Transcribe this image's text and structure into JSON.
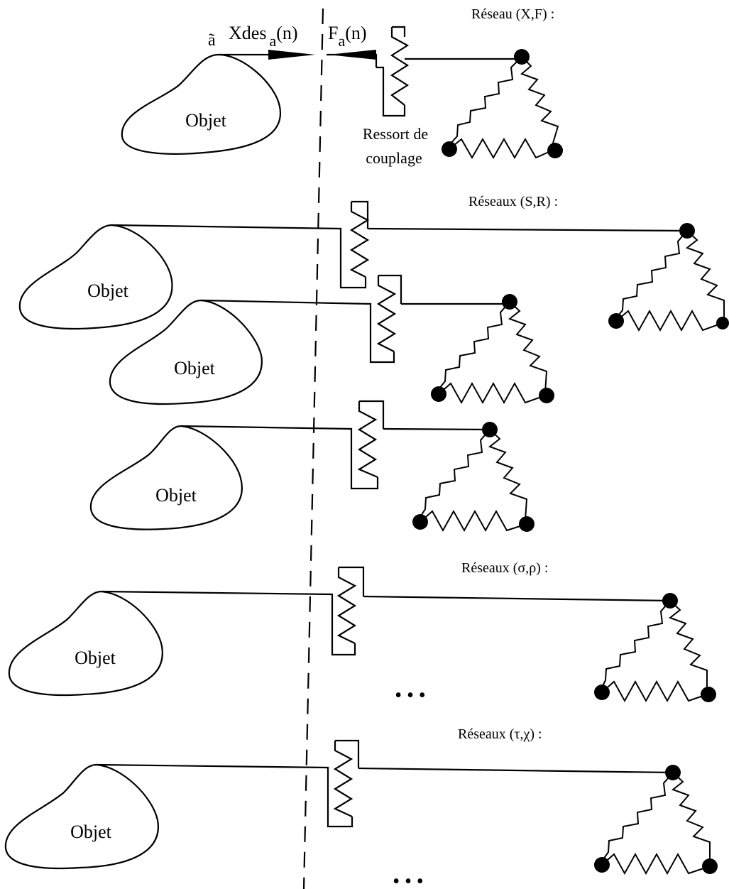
{
  "labels": {
    "tilde_a": "ã",
    "xdes": "Xdes",
    "xdes_sub": "a",
    "xdes_arg": "(n)",
    "f": "F",
    "f_sub": "a",
    "f_arg": "(n)",
    "coupling_line1": "Ressort de",
    "coupling_line2": "couplage",
    "ellipsis": "• • •"
  },
  "groups": [
    {
      "title": "Réseau (X,F) :"
    },
    {
      "title": "Réseaux (S,R) :"
    },
    {
      "title": "Réseaux (σ,ρ) :"
    },
    {
      "title": "Réseaux (τ,χ) :"
    }
  ],
  "objects": [
    {
      "label": "Objet"
    },
    {
      "label": "Objet"
    },
    {
      "label": "Objet"
    },
    {
      "label": "Objet"
    },
    {
      "label": "Objet"
    },
    {
      "label": "Objet"
    }
  ]
}
